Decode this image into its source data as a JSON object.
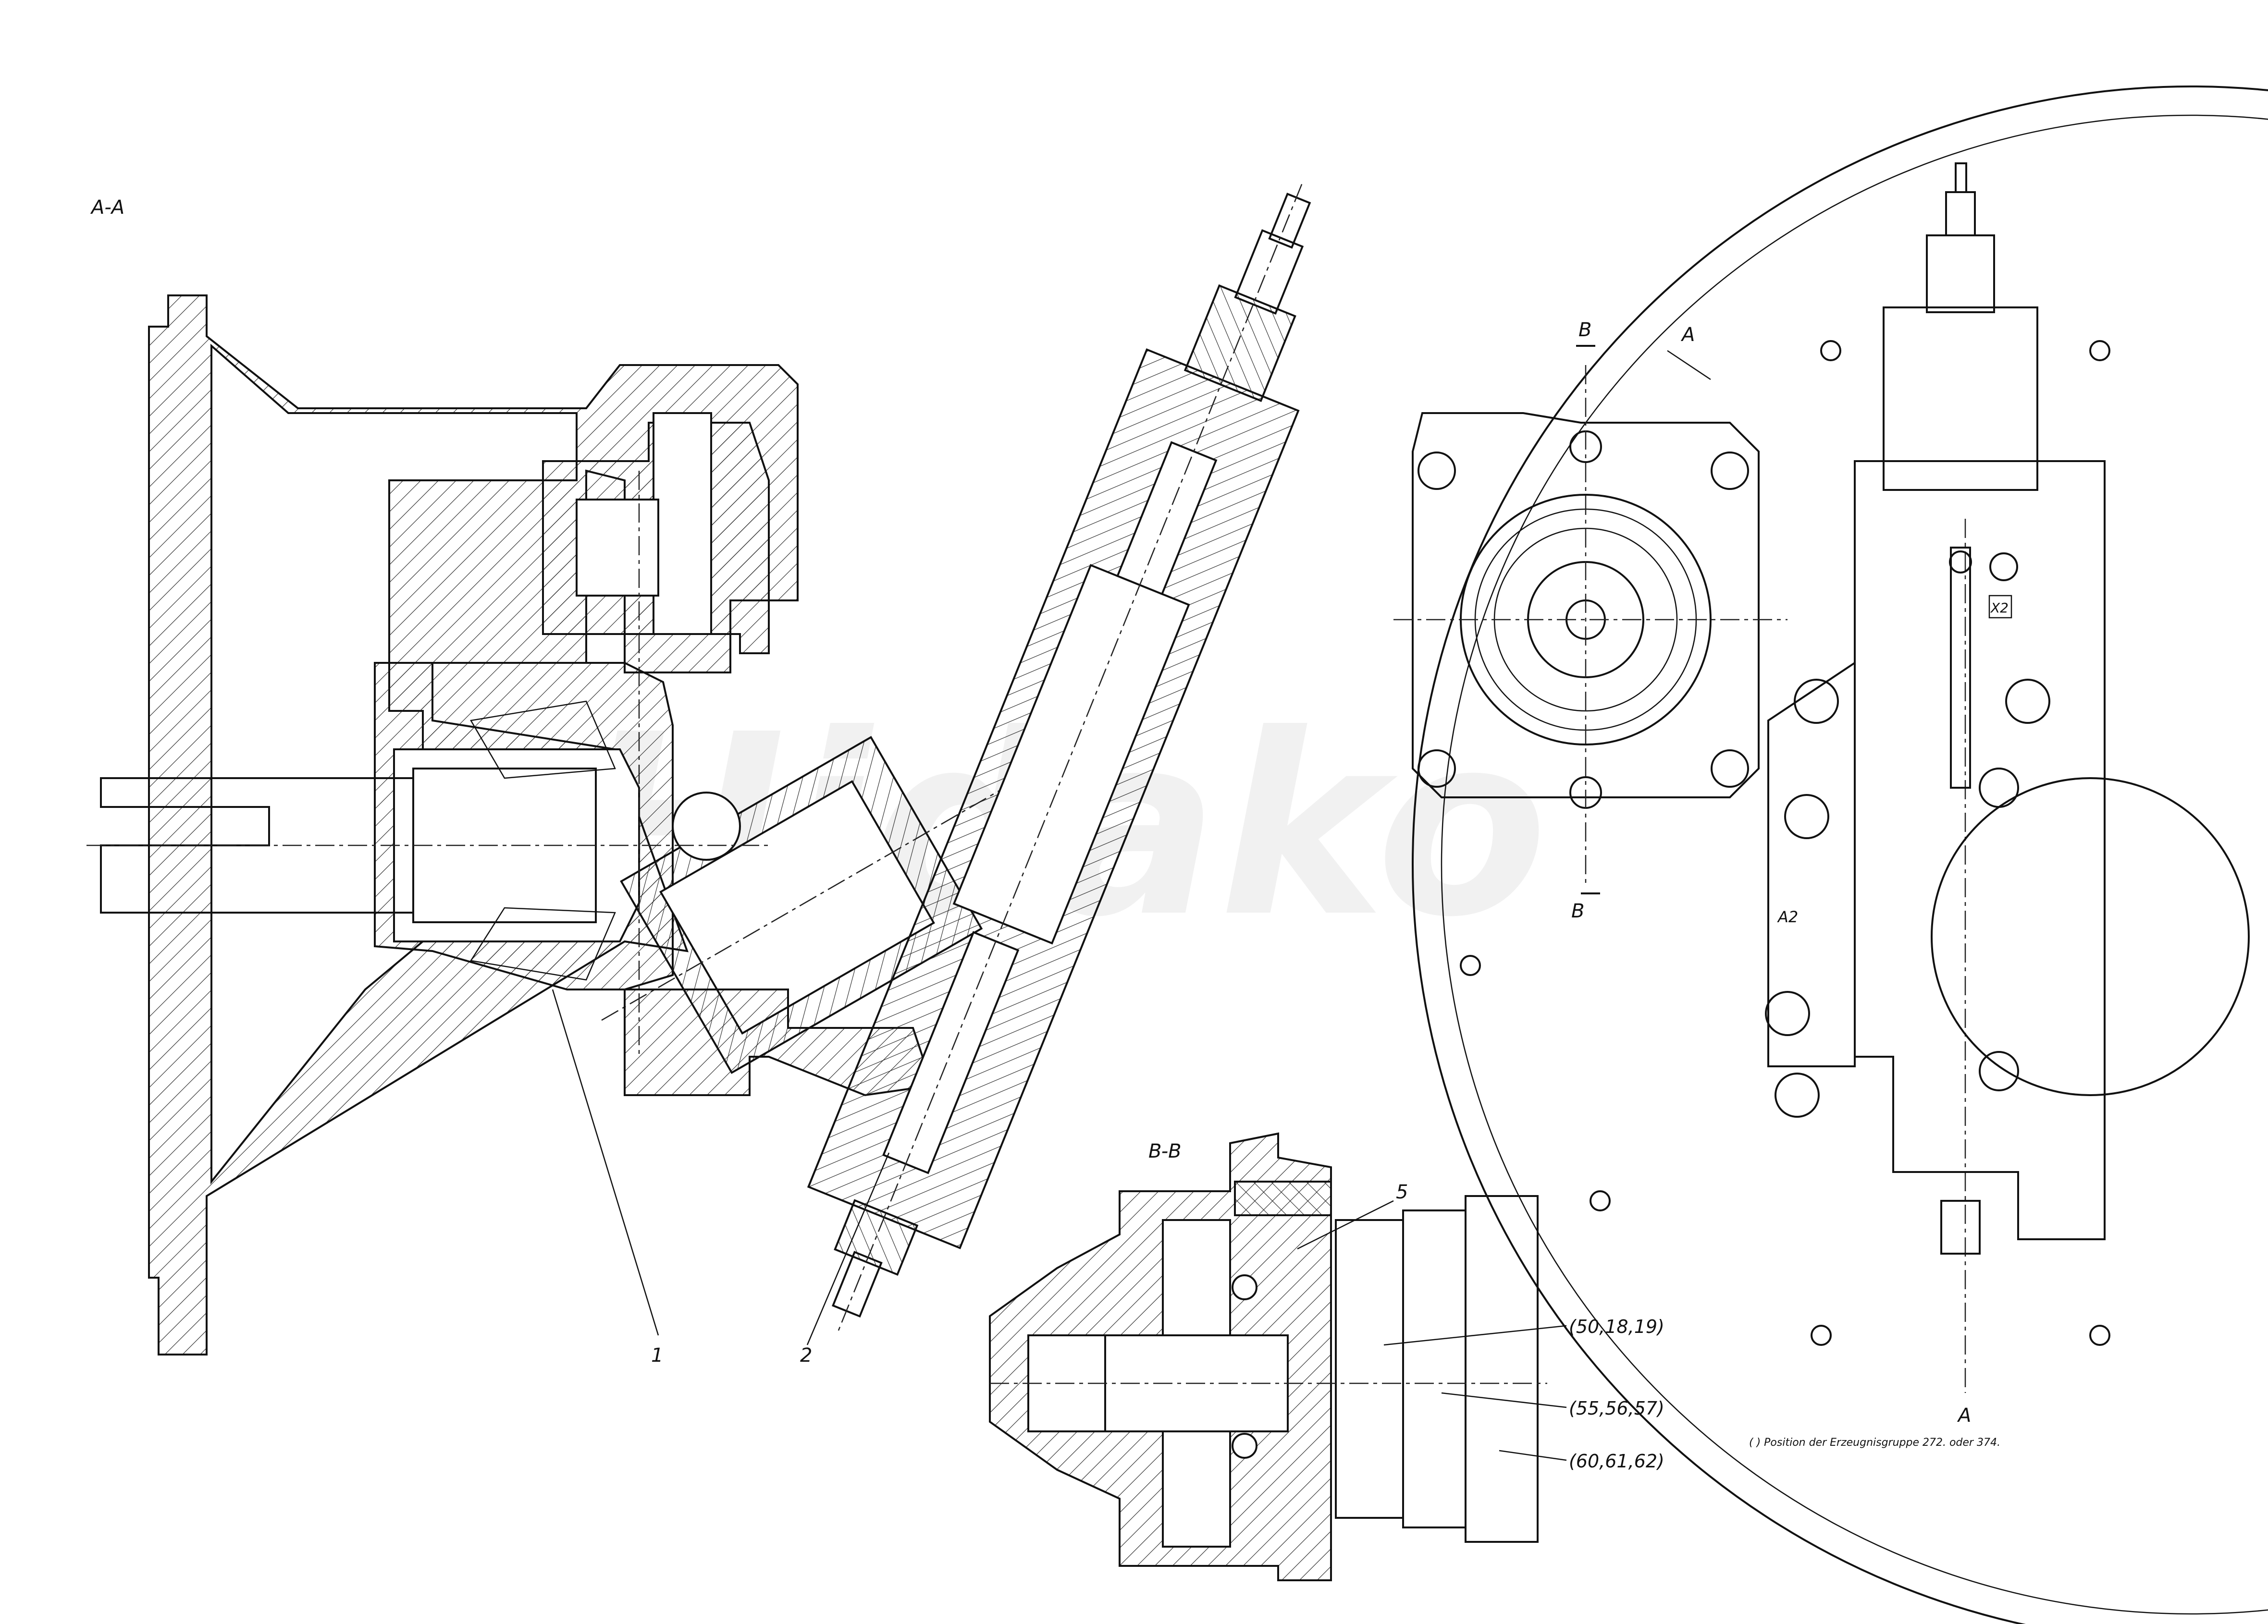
{
  "section_labels": {
    "aa": "A-A",
    "bb": "B-B"
  },
  "cut_markers": {
    "b_top": "B",
    "b_bottom": "B",
    "a_top": "A",
    "a_bottom": "A"
  },
  "part_callouts": {
    "p1": "1",
    "p2": "2",
    "p5": "5",
    "group_1": "(50,18,19)",
    "group_2": "(55,56,57)",
    "group_3": "(60,61,62)"
  },
  "port_labels": {
    "x2": "X2",
    "a2": "A2"
  },
  "footnote": "( ) Position der Erzeugnisgruppe 272. oder 374.",
  "watermark": "Hidako"
}
